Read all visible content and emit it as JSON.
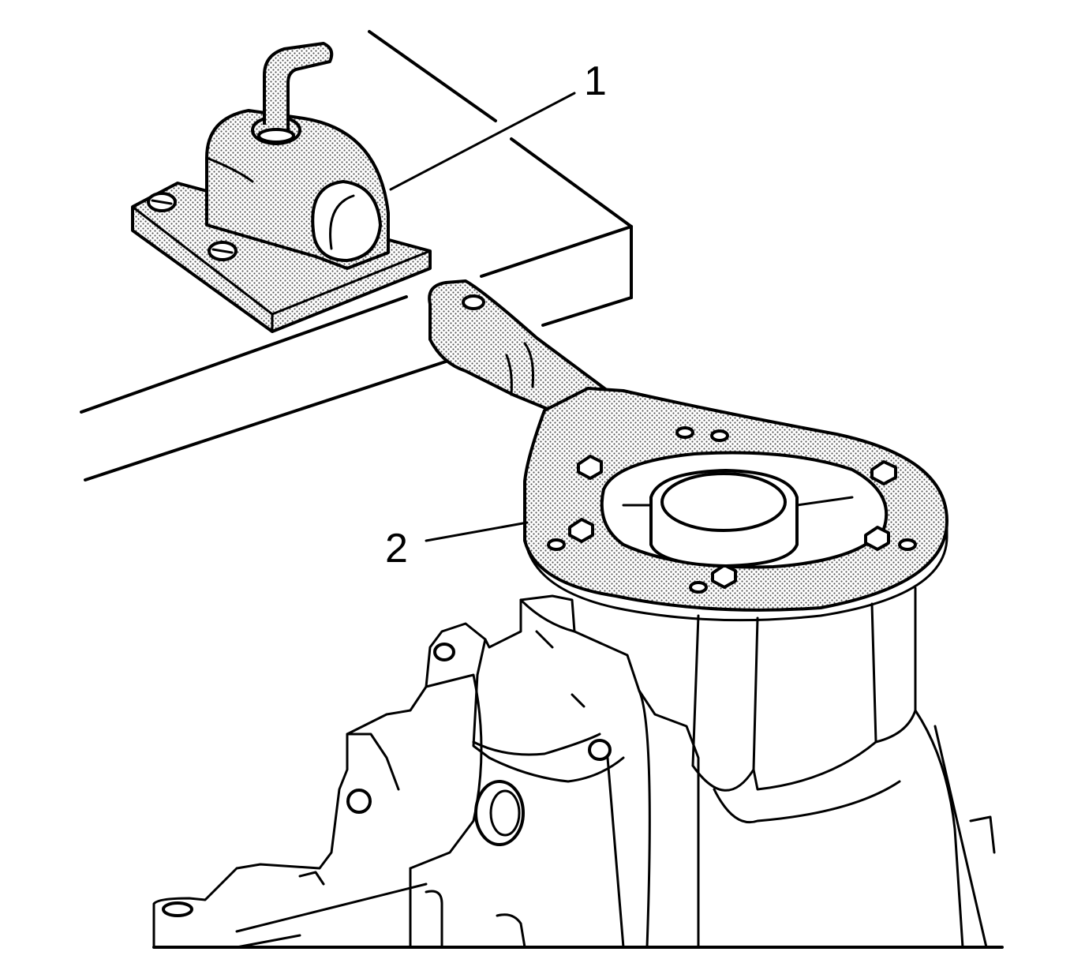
{
  "callouts": [
    {
      "id": "1",
      "label": "1"
    },
    {
      "id": "2",
      "label": "2"
    }
  ],
  "colors": {
    "line": "#000000",
    "background": "#ffffff",
    "stipple": "#555555"
  }
}
